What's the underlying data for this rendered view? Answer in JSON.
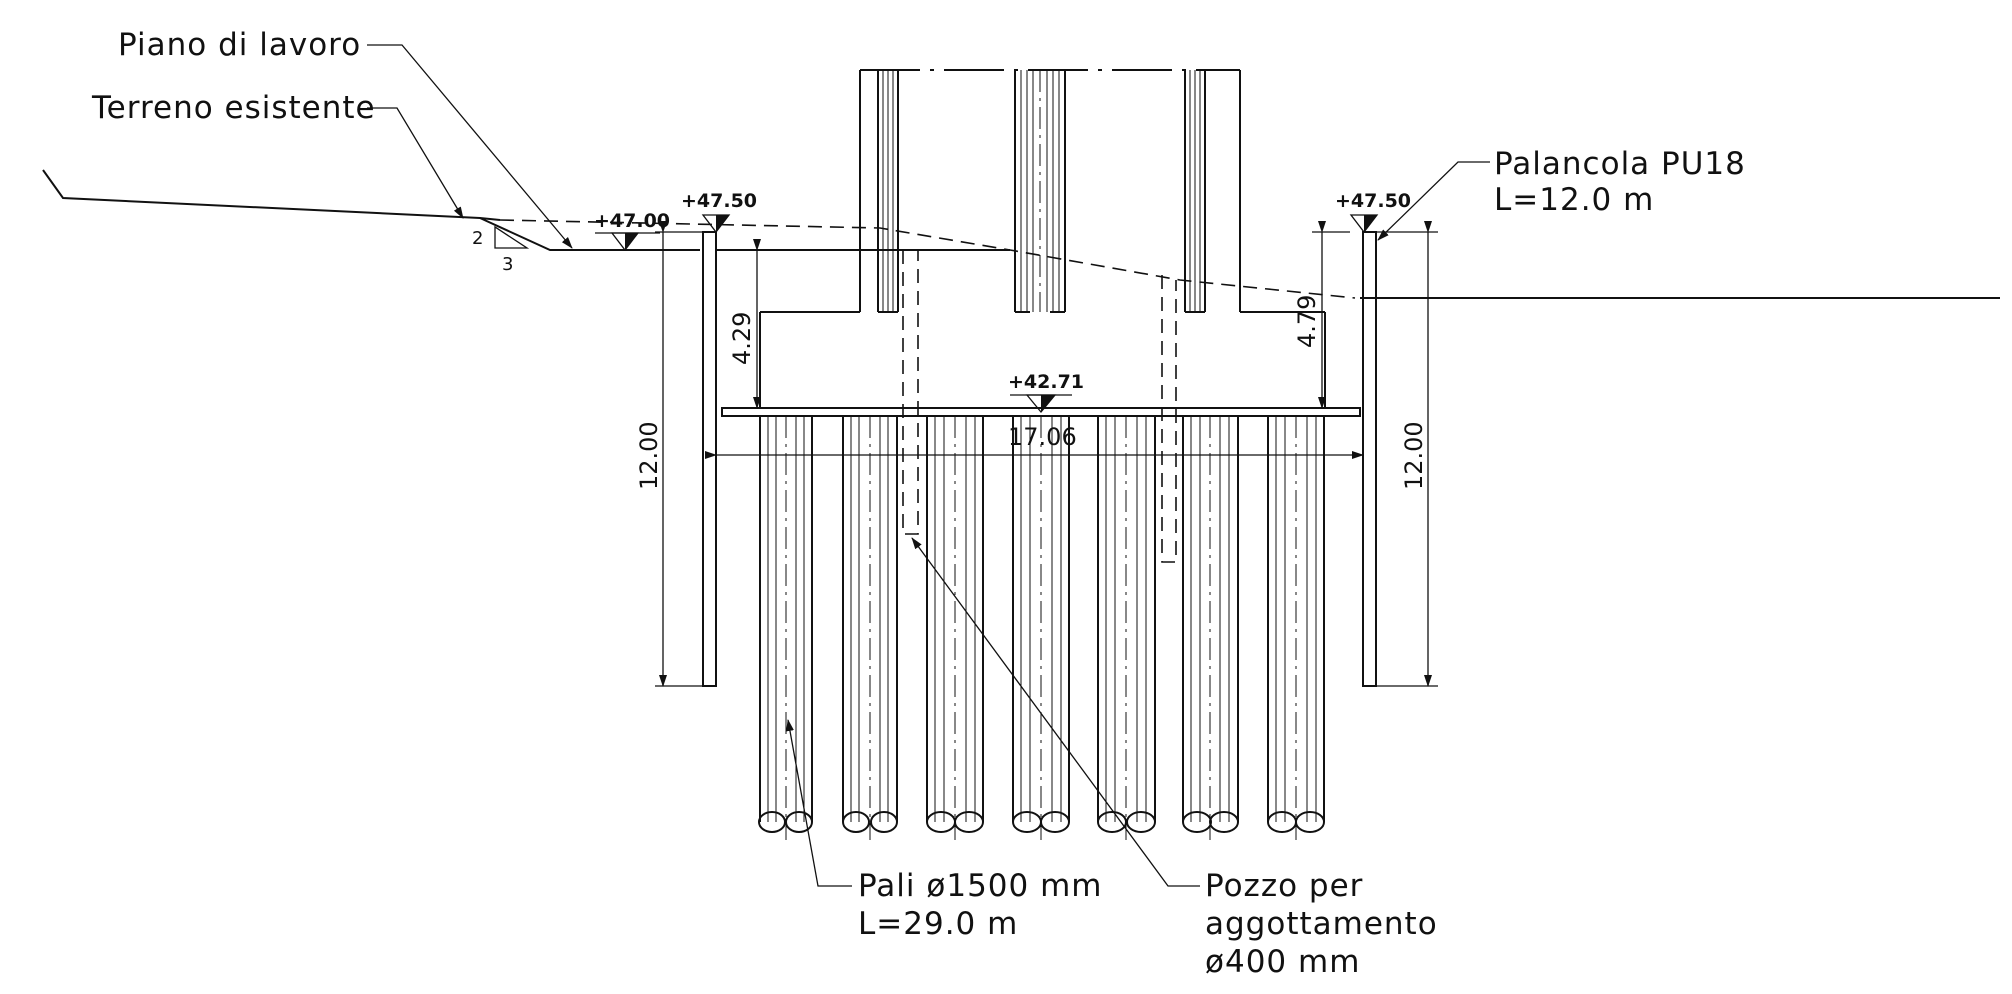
{
  "labels": {
    "work_plane": "Piano di lavoro",
    "existing_ground": "Terreno esistente",
    "sheet_pile_name": "Palancola PU18",
    "sheet_pile_length": "L=12.0 m",
    "piles_name": "Pali ø1500 mm",
    "piles_length": "L=29.0 m",
    "well_line1": "Pozzo per",
    "well_line2": "aggottamento",
    "well_line3": "ø400 mm"
  },
  "slope": {
    "rise": "2",
    "run": "3"
  },
  "elevations": {
    "work_plane": "+47.00",
    "sheet_pile_left_top": "+47.50",
    "sheet_pile_right_top": "+47.50",
    "excavation_bottom": "+42.71"
  },
  "dimensions": {
    "left_depth": "4.29",
    "right_depth": "4.79",
    "pit_width": "17.06",
    "left_pile_length": "12.00",
    "right_pile_length": "12.00"
  }
}
